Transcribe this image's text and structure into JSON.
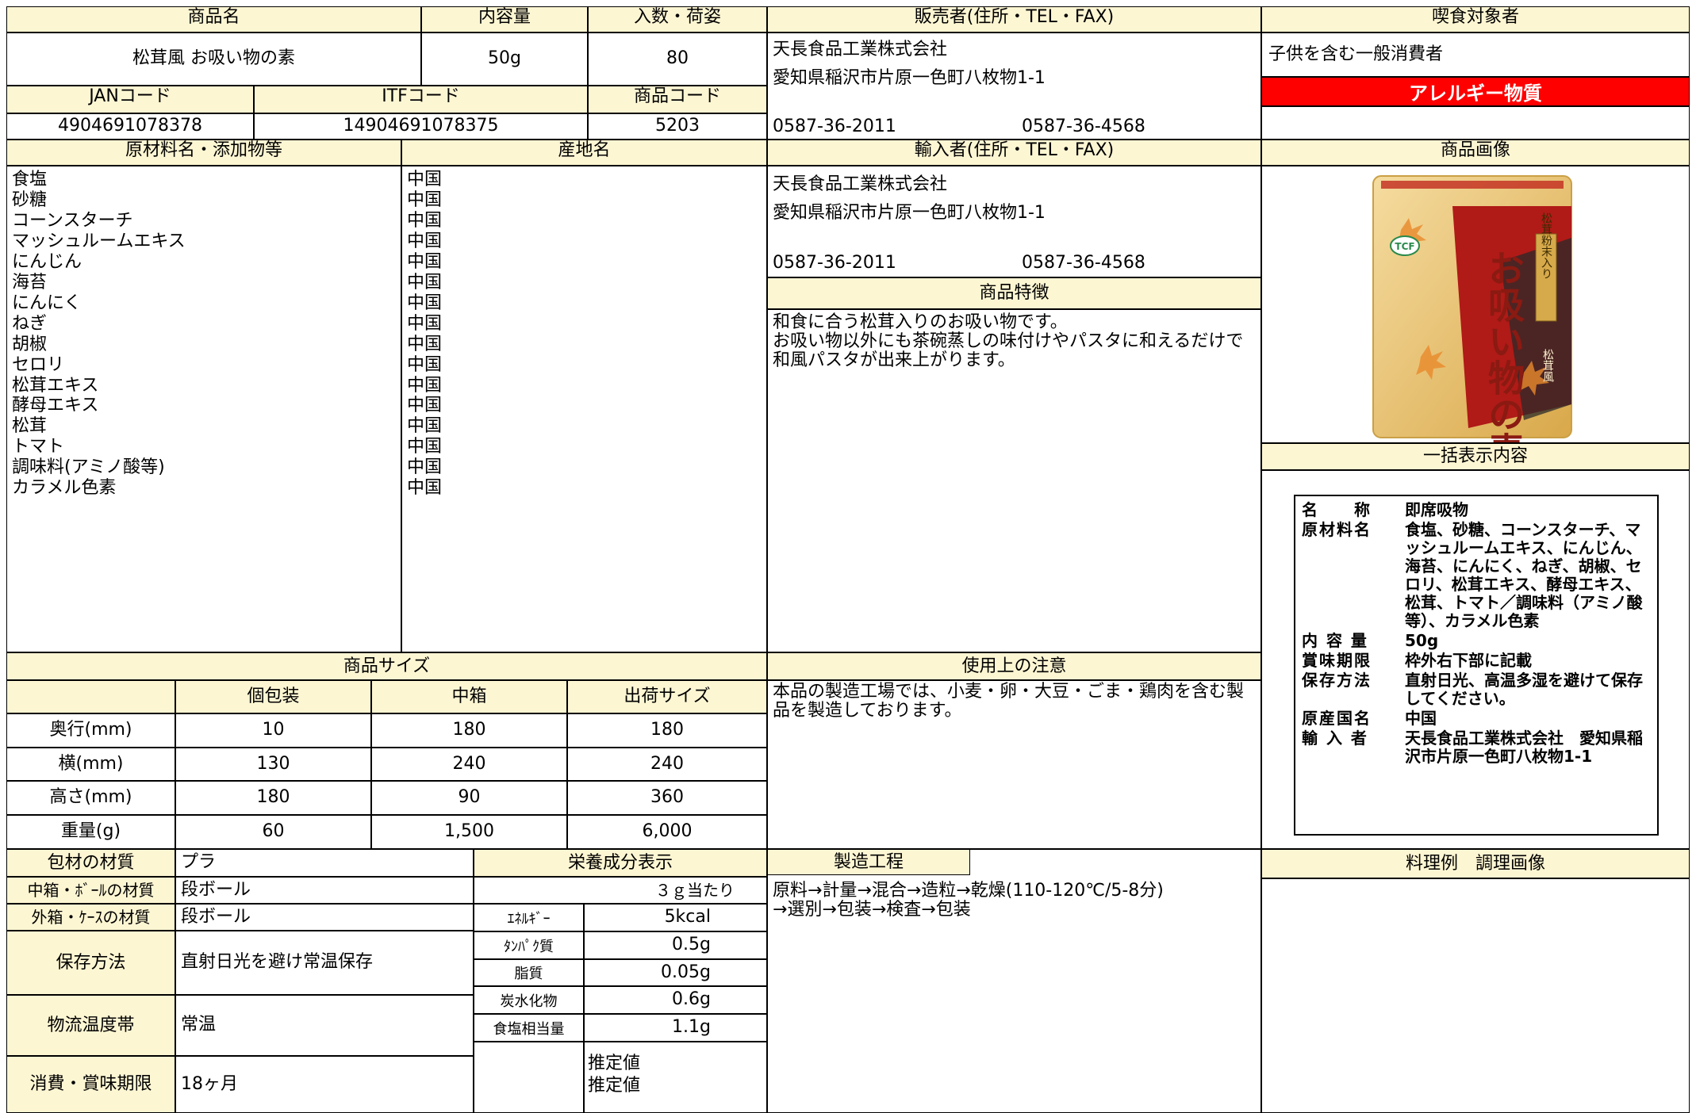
{
  "headers": {
    "product_name": "商品名",
    "content_volume": "内容量",
    "quantity_packing": "入数・荷姿",
    "seller": "販売者(住所・TEL・FAX)",
    "target_consumer": "喫食対象者",
    "jan_code": "JANコード",
    "itf_code": "ITFコード",
    "product_code": "商品コード",
    "ingredients": "原材料名・添加物等",
    "origin": "産地名",
    "importer": "輸入者(住所・TEL・FAX)",
    "product_image": "商品画像",
    "product_features": "商品特徴",
    "bulk_label": "一括表示内容",
    "product_size": "商品サイズ",
    "usage_notes": "使用上の注意",
    "packaging_material": "包材の材質",
    "nutrition": "栄養成分表示",
    "manufacturing_process": "製造工程",
    "cooking_example": "料理例　調理画像"
  },
  "product": {
    "name": "松茸風 お吸い物の素",
    "content": "50g",
    "quantity": "80",
    "jan": "4904691078378",
    "itf": "14904691078375",
    "code": "5203"
  },
  "seller": {
    "company": "天長食品工業株式会社",
    "address": "愛知県稲沢市片原一色町八枚物1-1",
    "tel": "0587-36-2011",
    "fax": "0587-36-4568"
  },
  "importer": {
    "company": "天長食品工業株式会社",
    "address": "愛知県稲沢市片原一色町八枚物1-1",
    "tel": "0587-36-2011",
    "fax": "0587-36-4568"
  },
  "target_consumer": "子供を含む一般消費者",
  "allergen_label": "アレルギー物質",
  "ingredients": [
    "食塩",
    "砂糖",
    "コーンスターチ",
    "マッシュルームエキス",
    "にんじん",
    "海苔",
    "にんにく",
    "ねぎ",
    "胡椒",
    "セロリ",
    "松茸エキス",
    "酵母エキス",
    "松茸",
    "トマト",
    "調味料(アミノ酸等)",
    "カラメル色素"
  ],
  "origins": [
    "中国",
    "中国",
    "中国",
    "中国",
    "中国",
    "中国",
    "中国",
    "中国",
    "中国",
    "中国",
    "中国",
    "中国",
    "中国",
    "中国",
    "中国",
    "中国"
  ],
  "features": "和食に合う松茸入りのお吸い物です。\nお吸い物以外にも茶碗蒸しの味付けやパスタに和えるだけで和風パスタが出来上がります。",
  "usage_notes": "本品の製造工場では、小麦・卵・大豆・ごま・鶏肉を含む製品を製造しております。",
  "manufacturing_process": "原料→計量→混合→造粒→乾燥(110-120℃/5-8分)\n→選別→包装→検査→包装",
  "size": {
    "columns": [
      "個包装",
      "中箱",
      "出荷サイズ"
    ],
    "rows": [
      {
        "label": "奥行(mm)",
        "values": [
          "10",
          "180",
          "180"
        ]
      },
      {
        "label": "横(mm)",
        "values": [
          "130",
          "240",
          "240"
        ]
      },
      {
        "label": "高さ(mm)",
        "values": [
          "180",
          "90",
          "360"
        ]
      },
      {
        "label": "重量(g)",
        "values": [
          "60",
          "1,500",
          "6,000"
        ]
      }
    ]
  },
  "packaging": {
    "material": "プラ",
    "inner_box_label": "中箱・ﾎﾞｰﾙの材質",
    "inner_box": "段ボール",
    "outer_box_label": "外箱・ｹｰｽの材質",
    "outer_box": "段ボール",
    "storage_label": "保存方法",
    "storage": "直射日光を避け常温保存",
    "temp_label": "物流温度帯",
    "temp": "常温",
    "expiry_label": "消費・賞味期限",
    "expiry": "18ヶ月"
  },
  "nutrition": {
    "per": "３ｇ当たり",
    "rows": [
      {
        "label": "ｴﾈﾙｷﾞｰ",
        "value": "5kcal"
      },
      {
        "label": "ﾀﾝﾊﾟｸ質",
        "value": "0.5g"
      },
      {
        "label": "脂質",
        "value": "0.05g"
      },
      {
        "label": "炭水化物",
        "value": "0.6g"
      },
      {
        "label": "食塩相当量",
        "value": "1.1g"
      }
    ],
    "estimate_1": "推定値",
    "estimate_2": "推定値"
  },
  "package_image": {
    "side_badge": "松茸粉末入り",
    "title": "お吸い物の素",
    "subtitle": "松茸風",
    "logo": "TCF"
  },
  "label_box": {
    "rows": [
      {
        "k": "名　　称",
        "v": "即席吸物"
      },
      {
        "k": "原材料名",
        "v": "食塩、砂糖、コーンスターチ、マッシュルームエキス、にんじん、海苔、にんにく、ねぎ、胡椒、セロリ、松茸エキス、酵母エキス、松茸、トマト／調味料（アミノ酸等）、カラメル色素"
      },
      {
        "k": "内 容 量",
        "v": "50g"
      },
      {
        "k": "賞味期限",
        "v": "枠外右下部に記載"
      },
      {
        "k": "保存方法",
        "v": "直射日光、高温多湿を避けて保存してください。"
      },
      {
        "k": "原産国名",
        "v": "中国"
      },
      {
        "k": "輸 入 者",
        "v": "天長食品工業株式会社　愛知県稲沢市片原一色町八枚物1-1"
      }
    ]
  },
  "colors": {
    "header_bg": "#fdf6d3",
    "allergen_bg": "#ff0000",
    "package_red": "#b01a17",
    "package_gold": "#e8c466"
  }
}
